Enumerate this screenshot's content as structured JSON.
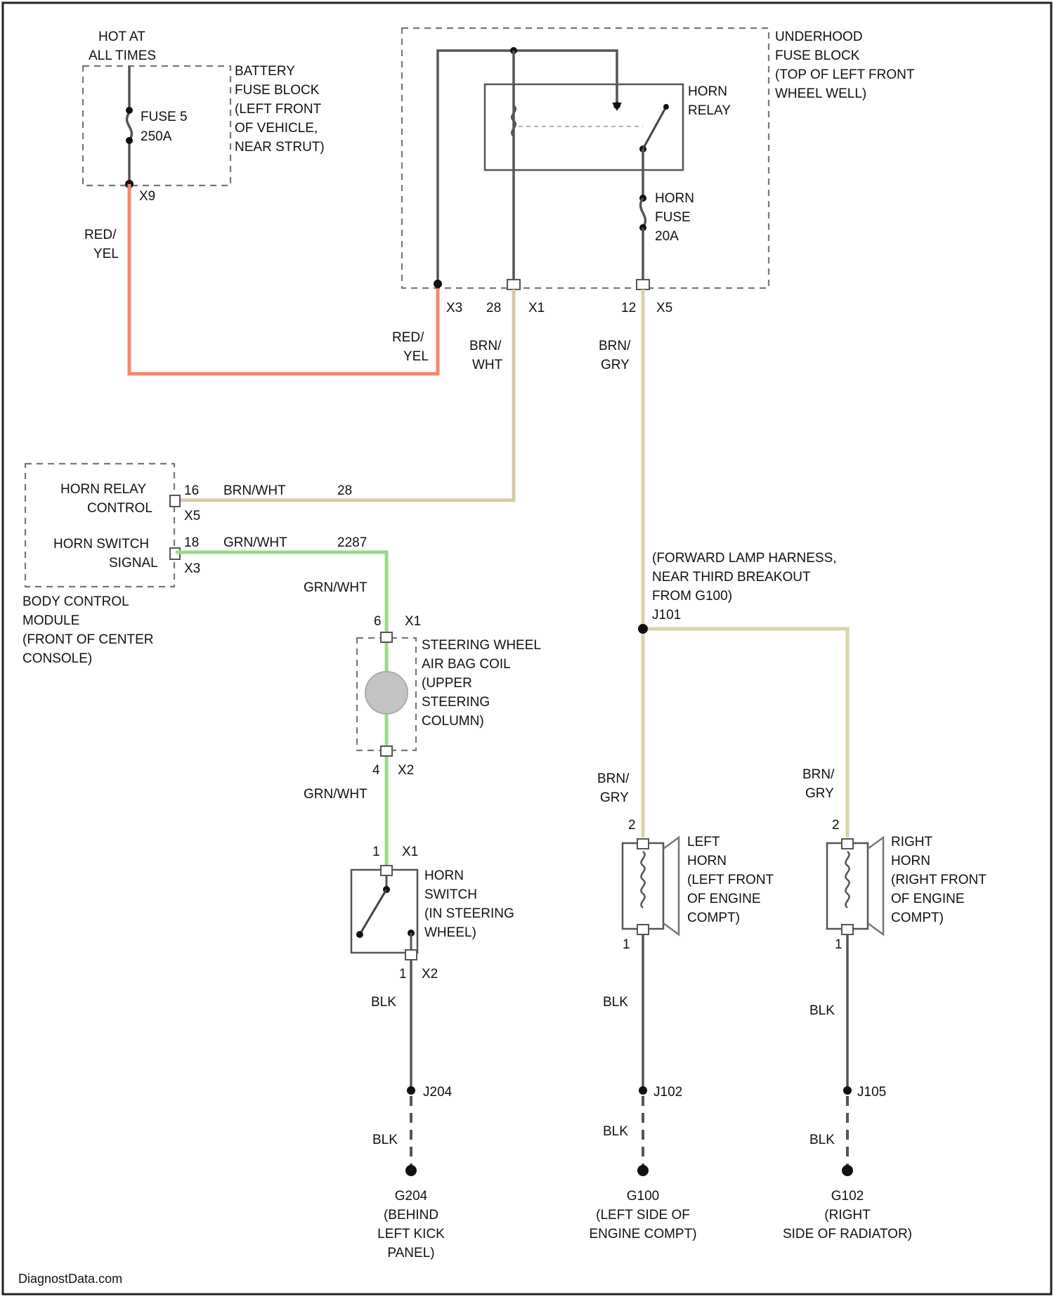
{
  "colors": {
    "wire_red_yel": "#f4876a",
    "wire_brn_wht": "#d9c9a8",
    "wire_brn_gry": "#d8d4a8",
    "wire_grn_wht": "#9bd98a",
    "wire_blk": "#555555",
    "frame": "#222222"
  },
  "battery_fuse_block": {
    "hot_label": [
      "HOT AT",
      "ALL TIMES"
    ],
    "fuse_name": "FUSE 5",
    "fuse_rating": "250A",
    "location": [
      "BATTERY",
      "FUSE BLOCK",
      "(LEFT FRONT",
      "OF VEHICLE,",
      "NEAR STRUT)"
    ],
    "connector": "X9"
  },
  "underhood_fuse_block": {
    "location": [
      "UNDERHOOD",
      "FUSE BLOCK",
      "(TOP OF LEFT FRONT",
      "WHEEL WELL)"
    ],
    "relay_name": [
      "HORN",
      "RELAY"
    ],
    "fuse_name": [
      "HORN",
      "FUSE",
      "20A"
    ],
    "pin_x3": "X3",
    "pin_28": "28",
    "pin_x1": "X1",
    "pin_12": "12",
    "pin_x5": "X5"
  },
  "wires": {
    "red_yel": [
      "RED/",
      "YEL"
    ],
    "red_yel_2": [
      "RED/",
      "YEL"
    ],
    "brn_wht": [
      "BRN/",
      "WHT"
    ],
    "brn_gry": [
      "BRN/",
      "GRY"
    ],
    "brn_wht_inline": "BRN/WHT",
    "brn_wht_circuit": "28",
    "grn_wht_inline": "GRN/WHT",
    "grn_wht_circuit": "2287",
    "grn_wht_vertical": "GRN/WHT",
    "grn_wht_lower": "GRN/WHT",
    "brn_gry_left": [
      "BRN/",
      "GRY"
    ],
    "brn_gry_right": [
      "BRN/",
      "GRY"
    ],
    "blk_1": "BLK",
    "blk_2": "BLK",
    "blk_3": "BLK",
    "blk_4": "BLK",
    "blk_5": "BLK",
    "blk_6": "BLK"
  },
  "body_control_module": {
    "horn_relay_control": [
      "HORN RELAY",
      "CONTROL"
    ],
    "horn_switch_signal": [
      "HORN SWITCH",
      "SIGNAL"
    ],
    "pin_16": "16",
    "pin_x5": "X5",
    "pin_18": "18",
    "pin_x3": "X3",
    "location": [
      "BODY CONTROL",
      "MODULE",
      "(FRONT OF CENTER",
      "CONSOLE)"
    ]
  },
  "airbag_coil": {
    "label": [
      "STEERING WHEEL",
      "AIR BAG COIL",
      "(UPPER",
      "STEERING",
      "COLUMN)"
    ],
    "pin_top": "6",
    "conn_top": "X1",
    "pin_bottom": "4",
    "conn_bottom": "X2"
  },
  "horn_switch": {
    "label": [
      "HORN",
      "SWITCH",
      "(IN STEERING",
      "WHEEL)"
    ],
    "pin_top": "1",
    "conn_top": "X1",
    "pin_bottom": "1",
    "conn_bottom": "X2"
  },
  "forward_lamp_harness": {
    "label": [
      "(FORWARD LAMP HARNESS,",
      "NEAR THIRD BREAKOUT",
      "FROM G100)"
    ],
    "splice": "J101"
  },
  "left_horn": {
    "label": [
      "LEFT",
      "HORN",
      "(LEFT FRONT",
      "OF ENGINE",
      "COMPT)"
    ],
    "pin_top": "2",
    "pin_bottom": "1"
  },
  "right_horn": {
    "label": [
      "RIGHT",
      "HORN",
      "(RIGHT FRONT",
      "OF ENGINE",
      "COMPT)"
    ],
    "pin_top": "2",
    "pin_bottom": "1"
  },
  "splices": {
    "j204": "J204",
    "j102": "J102",
    "j105": "J105"
  },
  "grounds": {
    "g204": [
      "G204",
      "(BEHIND",
      "LEFT KICK",
      "PANEL)"
    ],
    "g100": [
      "G100",
      "(LEFT SIDE OF",
      "ENGINE COMPT)"
    ],
    "g102": [
      "G102",
      "(RIGHT",
      "SIDE OF RADIATOR)"
    ]
  },
  "footer": {
    "watermark": "DiagnostData.com"
  }
}
